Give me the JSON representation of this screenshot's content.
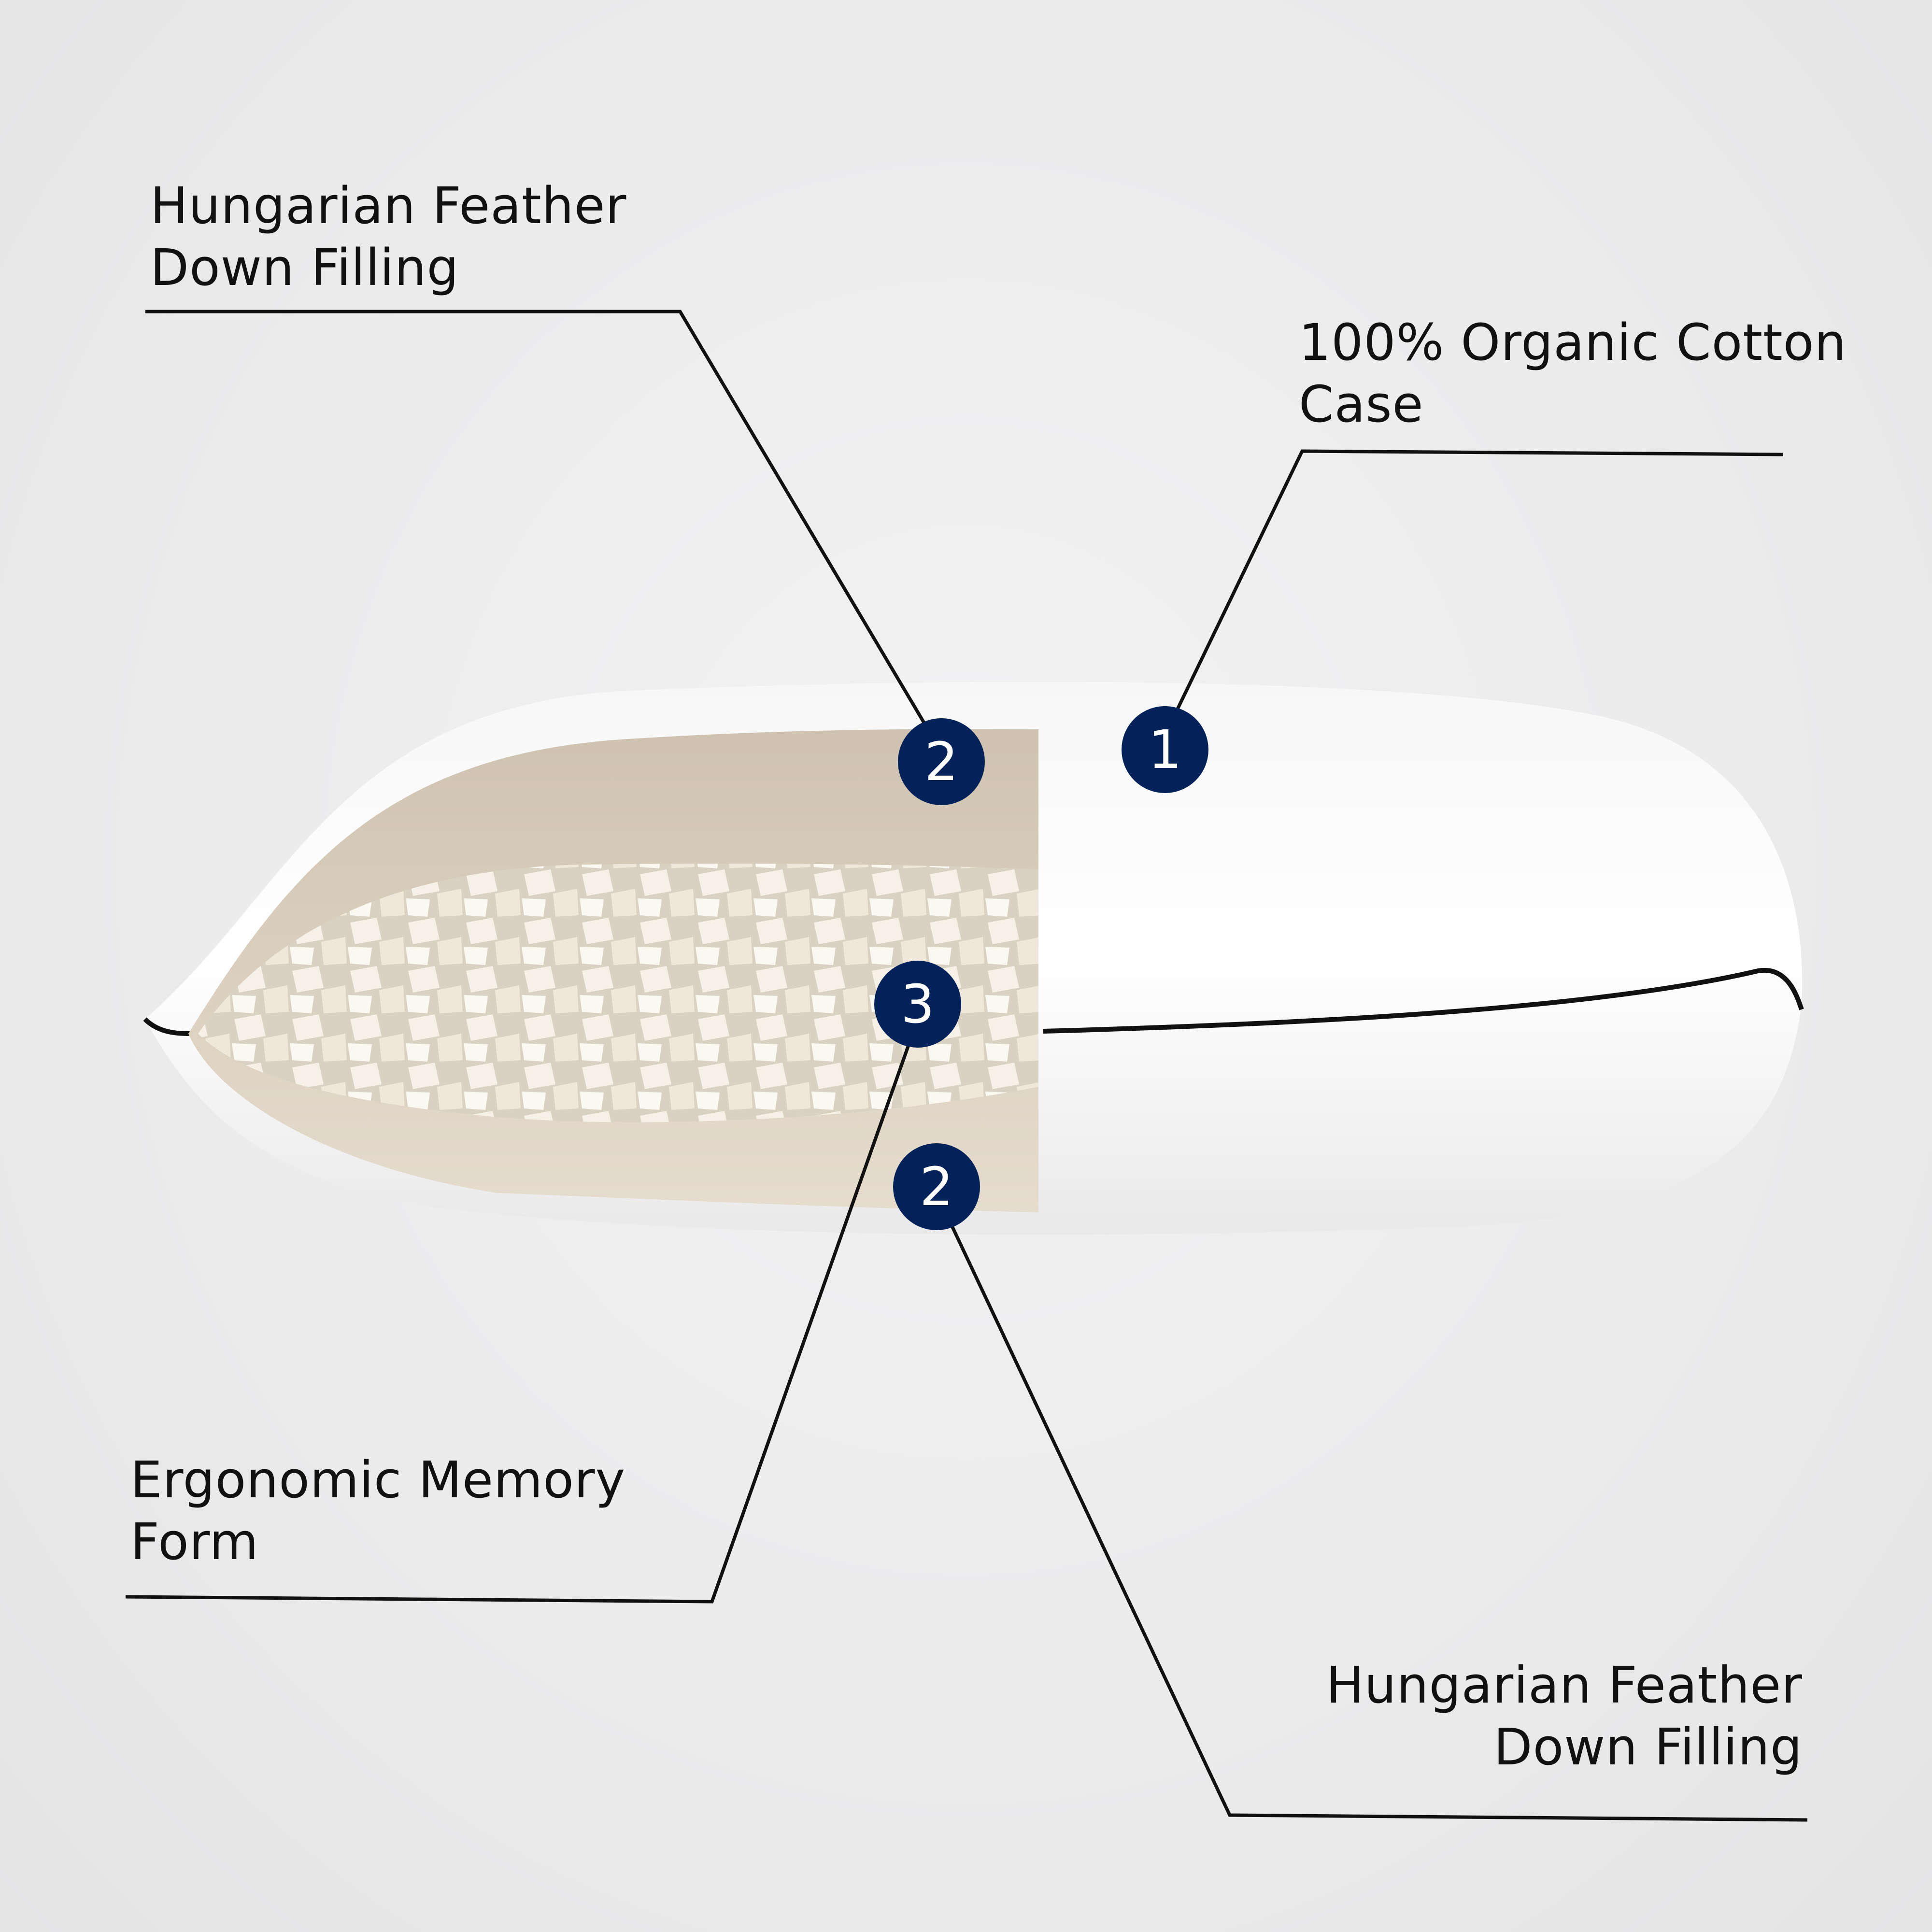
{
  "labels": {
    "top_left": {
      "line1": "Hungarian Feather",
      "line2": "Down Filling"
    },
    "top_right": {
      "line1": "100% Organic Cotton",
      "line2": "Case"
    },
    "bottom_left": {
      "line1": "Ergonomic Memory",
      "line2": "Form"
    },
    "bottom_right": {
      "line1": "Hungarian Feather",
      "line2": "Down Filling"
    }
  },
  "badges": {
    "cotton_case": "1",
    "feather_top": "2",
    "memory_foam": "3",
    "feather_bottom": "2"
  },
  "colors": {
    "badge": "#022259",
    "leader_line": "#111111",
    "background": "#ececed"
  }
}
